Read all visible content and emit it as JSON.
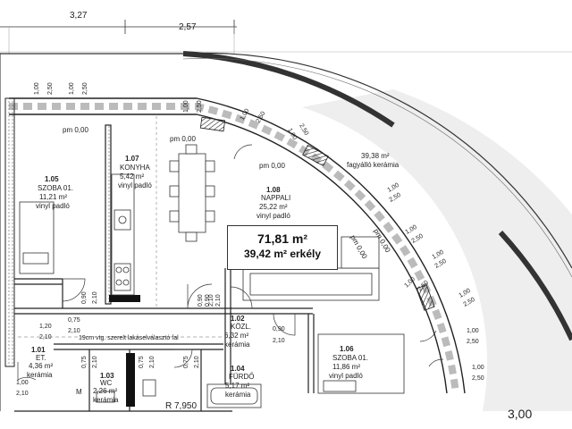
{
  "dimensions": {
    "top_a": "3,27",
    "top_b": "2,57",
    "bottom_radius": "R 7,950",
    "bottom_right": "3,00"
  },
  "totals": {
    "interior": "71,81 m²",
    "balcony": "39,42 m² erkély"
  },
  "rooms": [
    {
      "num": "1.05",
      "name": "SZOBA 01.",
      "area": "11,21 m²",
      "floor": "vinyl padló"
    },
    {
      "num": "1.07",
      "name": "KONYHA",
      "area": "5,42 m²",
      "floor": "vinyl padló"
    },
    {
      "num": "1.08",
      "name": "NAPPALI",
      "area": "25,22 m²",
      "floor": "vinyl padló"
    },
    {
      "num": "1.02",
      "name": "KÖZL.",
      "area": "6,32 m²",
      "floor": "kerámia"
    },
    {
      "num": "1.06",
      "name": "SZOBA 01.",
      "area": "11,86 m²",
      "floor": "vinyl padló"
    },
    {
      "num": "1.01",
      "name": "ET.",
      "area": "4,36 m²",
      "floor": "kerámia"
    },
    {
      "num": "1.03",
      "name": "WC",
      "area": "2,26 m²",
      "floor": "kerámia"
    },
    {
      "num": "1.04",
      "name": "FÜRDŐ",
      "area": "5,17 m²",
      "floor": "kerámia"
    }
  ],
  "balcony": {
    "area": "39,38 m²",
    "floor": "fagyálló kerámia"
  },
  "wall_note": "19cm vtg. szerelt lakáselválasztó fal",
  "level_marks": [
    "pm 0,00",
    "pm 0,00",
    "pm 0,00",
    "pm 0,00",
    "pm 0,00"
  ],
  "window_pairs": [
    [
      "1,00",
      "2,50"
    ],
    [
      "1,00",
      "2,50"
    ],
    [
      "1,00",
      "2,50"
    ],
    [
      "1,00",
      "2,50"
    ],
    [
      "1,00",
      "2,50"
    ],
    [
      "1,00",
      "2,50"
    ],
    [
      "1,00",
      "2,50"
    ],
    [
      "1,00",
      "2,50"
    ],
    [
      "1,00",
      "2,50"
    ],
    [
      "1,00",
      "2,50"
    ],
    [
      "1,00",
      "2,50"
    ],
    [
      "1,00",
      "2,50"
    ]
  ],
  "door_pairs": [
    [
      "0,90",
      "2,10"
    ],
    [
      "0,90",
      "2,10"
    ],
    [
      "0,90",
      "2,10"
    ],
    [
      "0,90",
      "2,10"
    ],
    [
      "0,75",
      "2,10"
    ],
    [
      "0,75",
      "2,10"
    ],
    [
      "0,75",
      "2,10"
    ],
    [
      "0,75",
      "2,10"
    ],
    [
      "1,20",
      "2,10"
    ],
    [
      "1,00",
      "2,10"
    ]
  ],
  "wc_mark": "M"
}
